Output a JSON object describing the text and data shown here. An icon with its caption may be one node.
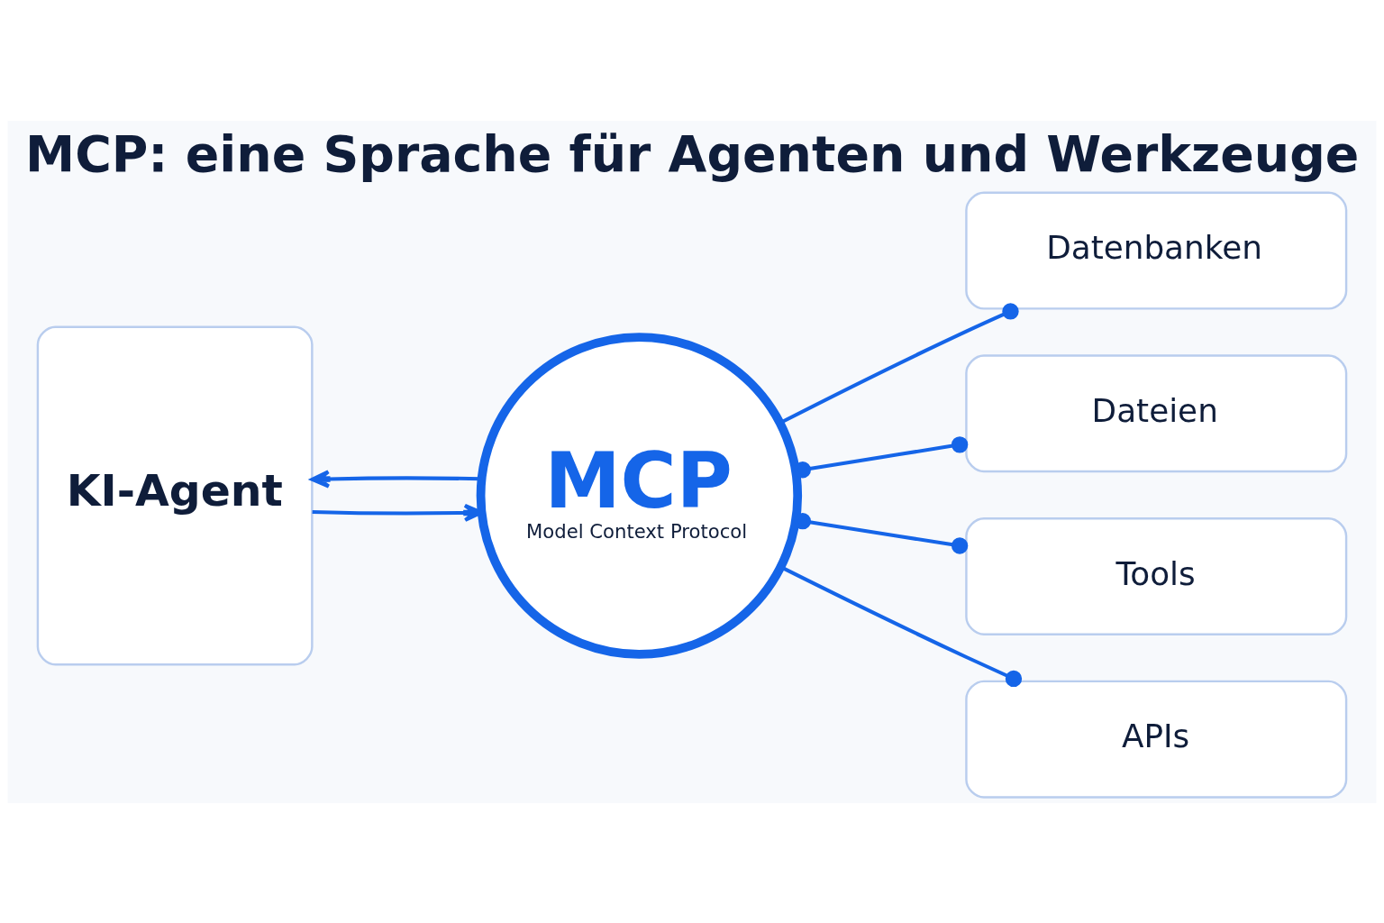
{
  "diagram": {
    "title": "MCP: eine Sprache für Agenten und Werkzeuge",
    "nodes": [
      {
        "text": [
          "KI-Agent"
        ]
      },
      {
        "text": [
          "MCP",
          "Model Context Protocol"
        ]
      },
      {
        "text": [
          "Datenbanken"
        ]
      },
      {
        "text": [
          "Dateien"
        ]
      },
      {
        "text": [
          "Tools"
        ]
      },
      {
        "text": [
          "APIs"
        ]
      }
    ],
    "edges": [
      {
        "from": 0,
        "to": 1,
        "arrow": "to"
      },
      {
        "from": 1,
        "to": 0,
        "arrow": "to"
      },
      {
        "from": 1,
        "to": 2,
        "arrow": "other"
      },
      {
        "from": 1,
        "to": 3,
        "arrow": "other"
      },
      {
        "from": 1,
        "to": 4,
        "arrow": "other"
      },
      {
        "from": 1,
        "to": 5,
        "arrow": "other"
      }
    ]
  }
}
